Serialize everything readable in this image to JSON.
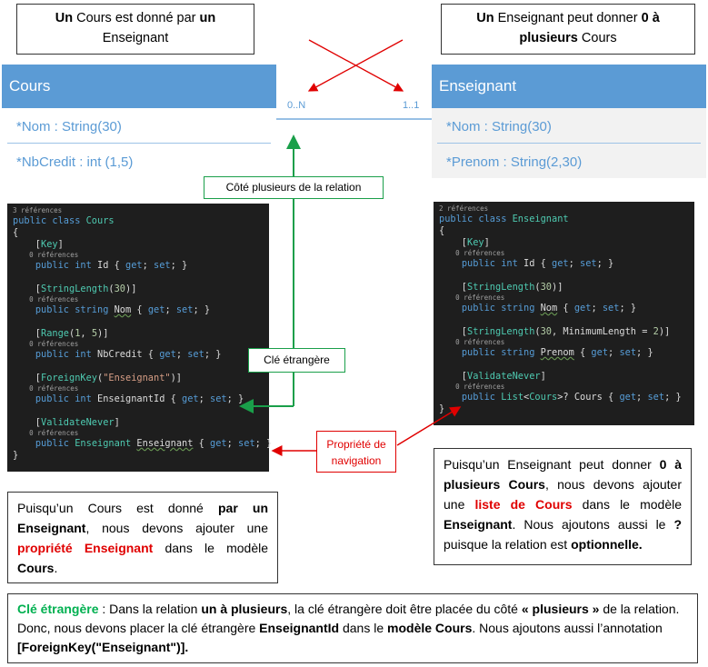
{
  "top_left_note": {
    "b1": "Un",
    "t1": " Cours est donné par ",
    "b2": "un",
    "t2": " Enseignant"
  },
  "top_right_note": {
    "b1": "Un",
    "t1": " Enseignant peut donner ",
    "b2": "0 à plusieurs",
    "t2": " Cours"
  },
  "entity_cours": {
    "title": "Cours",
    "attrs": [
      "*Nom : String(30)",
      "*NbCredit : int (1,5)"
    ]
  },
  "entity_enseignant": {
    "title": "Enseignant",
    "attrs": [
      "*Nom : String(30)",
      "*Prenom : String(2,30)"
    ]
  },
  "multiplicity": {
    "left": "0..N",
    "right": "1..1"
  },
  "callouts": {
    "cote_plusieurs": "Côté plusieurs de la relation",
    "cle_etrangere": "Clé étrangère",
    "propriete_nav": "Propriété de navigation"
  },
  "code_cours": {
    "refs": "3 références",
    "class_kw": "public class",
    "class_name": "Cours",
    "brace_open": "{",
    "brace_close": "}",
    "zero_refs": "0 références"
  },
  "code_enseignant": {
    "refs": "2 références",
    "class_kw": "public class",
    "class_name": "Enseignant",
    "brace_open": "{",
    "brace_close": "}",
    "zero_refs": "0 références"
  },
  "note_left": {
    "t1": "Puisqu’un Cours est donné ",
    "b1": "par un Enseignant",
    "t2": ", nous devons ajouter une ",
    "r1": "propriété Enseignant",
    "t3": " dans le modèle ",
    "b2": "Cours",
    "t4": "."
  },
  "note_right": {
    "t1": "Puisqu’un Enseignant peut donner ",
    "b1": "0 à plusieurs Cours",
    "t2": ", nous devons ajouter une ",
    "r1": "liste de Cours",
    "t3": " dans le modèle ",
    "b2": "Enseignant",
    "t4": ". Nous ajoutons aussi le ",
    "b3": "?",
    "t5": " puisque la relation est ",
    "b4": "optionnelle."
  },
  "note_bottom": {
    "g1": "Clé étrangère",
    "t1": " : Dans la relation ",
    "b1": "un à plusieurs",
    "t2": ", la clé étrangère doit être placée du côté ",
    "b2": "« plusieurs »",
    "t3": " de la relation. Donc, nous devons placer la clé étrangère ",
    "b3": "EnseignantId",
    "t4": " dans le ",
    "b4": "modèle Cours",
    "t5": ". Nous ajoutons aussi l’annotation ",
    "b5": "[ForeignKey(\"Enseignant\")]."
  },
  "colors": {
    "entity_header": "#5b9bd5",
    "arrow_green": "#1a9f4a",
    "arrow_red": "#e00000",
    "code_bg": "#1e1e1e"
  }
}
